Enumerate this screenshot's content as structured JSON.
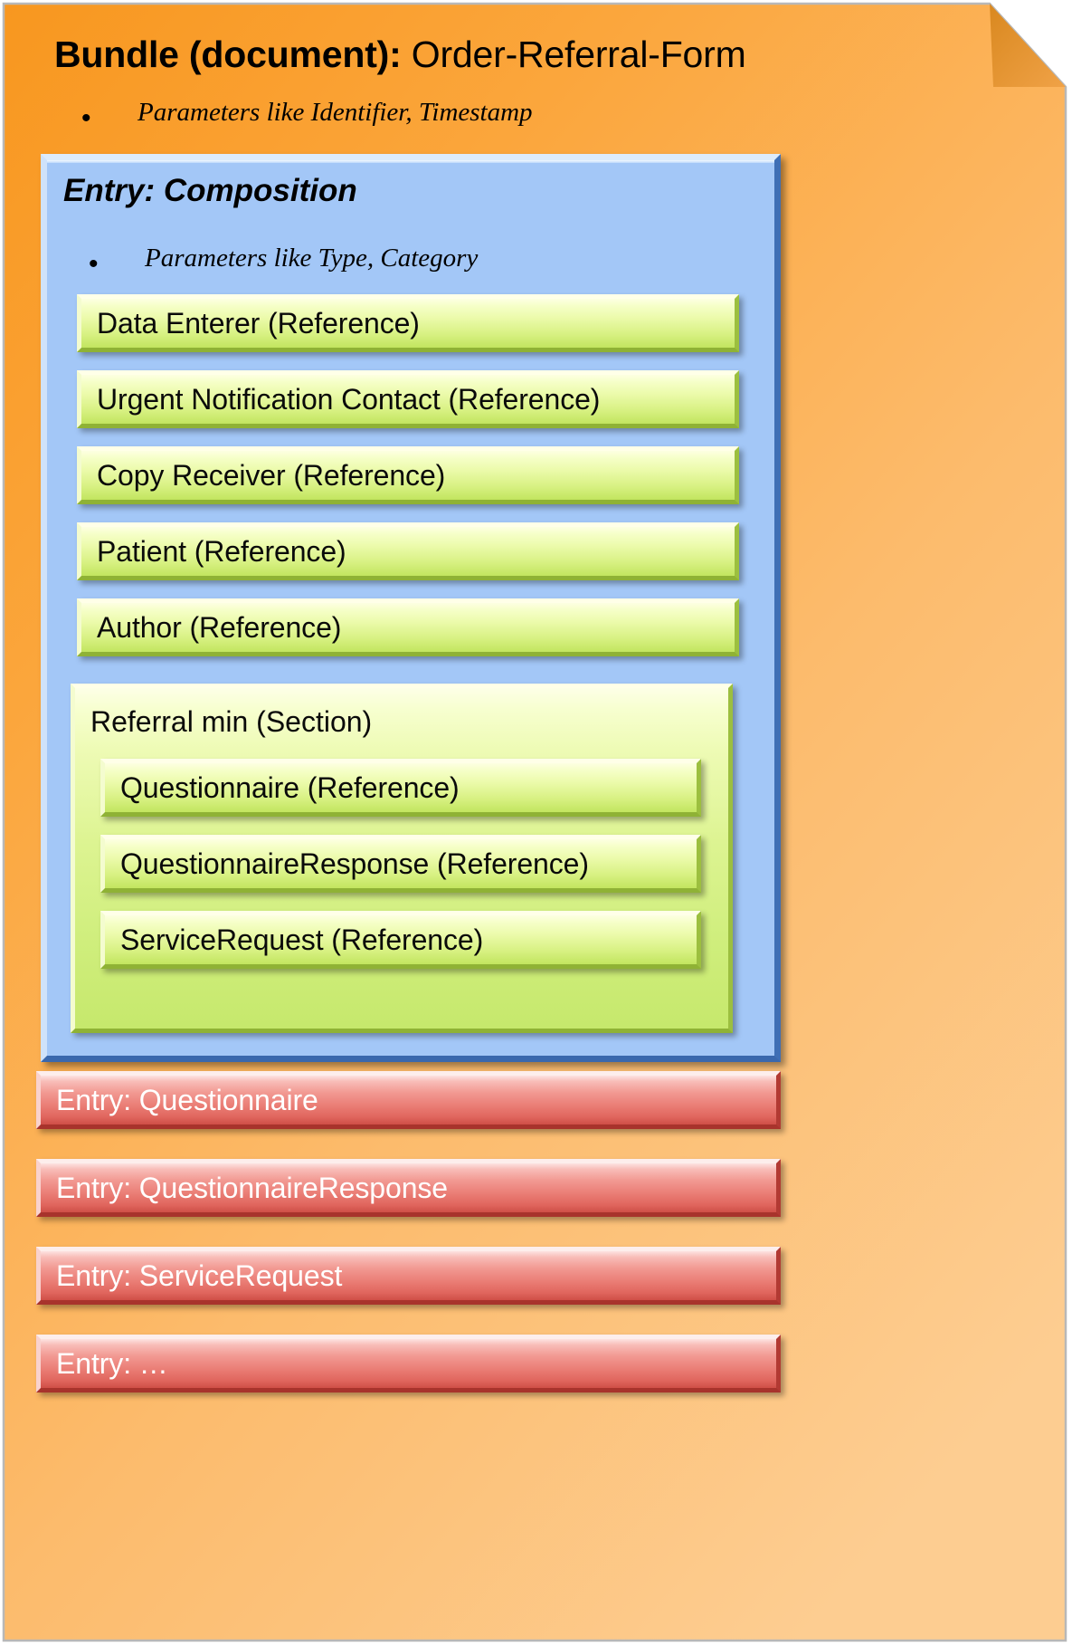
{
  "colors": {
    "bundle_fill_top": "#f99d35",
    "bundle_fill_bottom": "#fcc986",
    "bundle_fold": "#e08a28",
    "composition_fill": "#a3c7f7",
    "reference_fill": "#cfee7c",
    "section_fill": "#ddf492",
    "entry_red_fill": "#ef8b83",
    "entry_red_text": "#ffffff"
  },
  "bundle": {
    "title_strong": "Bundle (document):",
    "title_normal": " Order-Referral-Form",
    "bullet": "Parameters like Identifier, Timestamp",
    "bullet_glyph": "•"
  },
  "composition": {
    "title": "Entry: Composition",
    "bullet": "Parameters like Type, Category",
    "bullet_glyph": "•",
    "references": [
      {
        "label": "Data Enterer (Reference)"
      },
      {
        "label": "Urgent Notification Contact (Reference)"
      },
      {
        "label": "Copy Receiver (Reference)"
      },
      {
        "label": "Patient (Reference)"
      },
      {
        "label": "Author (Reference)"
      }
    ],
    "section": {
      "label": "Referral min (Section)",
      "references": [
        {
          "label": "Questionnaire (Reference)"
        },
        {
          "label": "QuestionnaireResponse (Reference)"
        },
        {
          "label": "ServiceRequest (Reference)"
        }
      ]
    }
  },
  "entries": [
    {
      "label": "Entry: Questionnaire"
    },
    {
      "label": "Entry: QuestionnaireResponse"
    },
    {
      "label": "Entry: ServiceRequest"
    },
    {
      "label": "Entry: …"
    }
  ]
}
